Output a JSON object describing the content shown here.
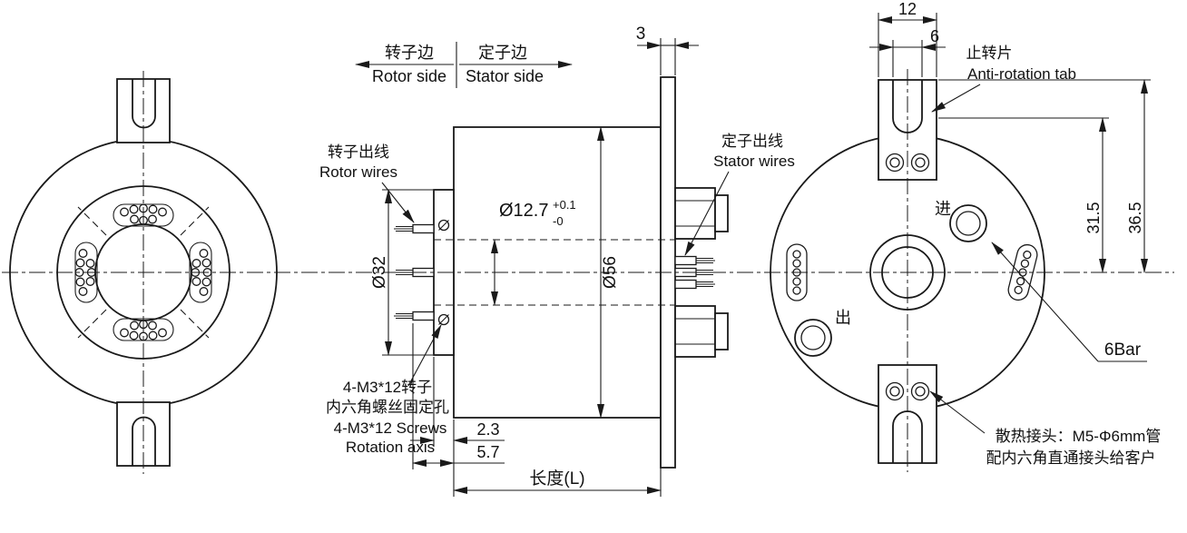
{
  "page": {
    "background": "#ffffff",
    "line_color": "#1a1a1a"
  },
  "labels": {
    "rotor_side_zh": "转子边",
    "rotor_side_en": "Rotor side",
    "stator_side_zh": "定子边",
    "stator_side_en": "Stator side",
    "rotor_wires_zh": "转子出线",
    "rotor_wires_en": "Rotor wires",
    "stator_wires_zh": "定子出线",
    "stator_wires_en": "Stator wires",
    "screws_line1": "4-M3*12转子",
    "screws_line2": "内六角螺丝固定孔",
    "screws_line3": "4-M3*12 Screws",
    "screws_line4": "Rotation axis",
    "anti_rotation_zh": "止转片",
    "anti_rotation_en": "Anti-rotation tab",
    "inlet": "进",
    "outlet": "出",
    "pressure": "6Bar",
    "cooling_line1": "散热接头：M5-Φ6mm管",
    "cooling_line2": "配内六角直通接头给客户"
  },
  "dimensions": {
    "flange_thickness": "3",
    "bore_diameter": "Ø12.7",
    "bore_tol_plus": "+0.1",
    "bore_tol_minus": "-0",
    "rotor_flange_diameter": "Ø32",
    "body_diameter": "Ø56",
    "flange_offset": "2.3",
    "wire_offset": "5.7",
    "length": "长度(L)",
    "tab_width": "12",
    "tab_slot_width": "6",
    "tab_inner_height": "31.5",
    "tab_outer_height": "36.5"
  }
}
